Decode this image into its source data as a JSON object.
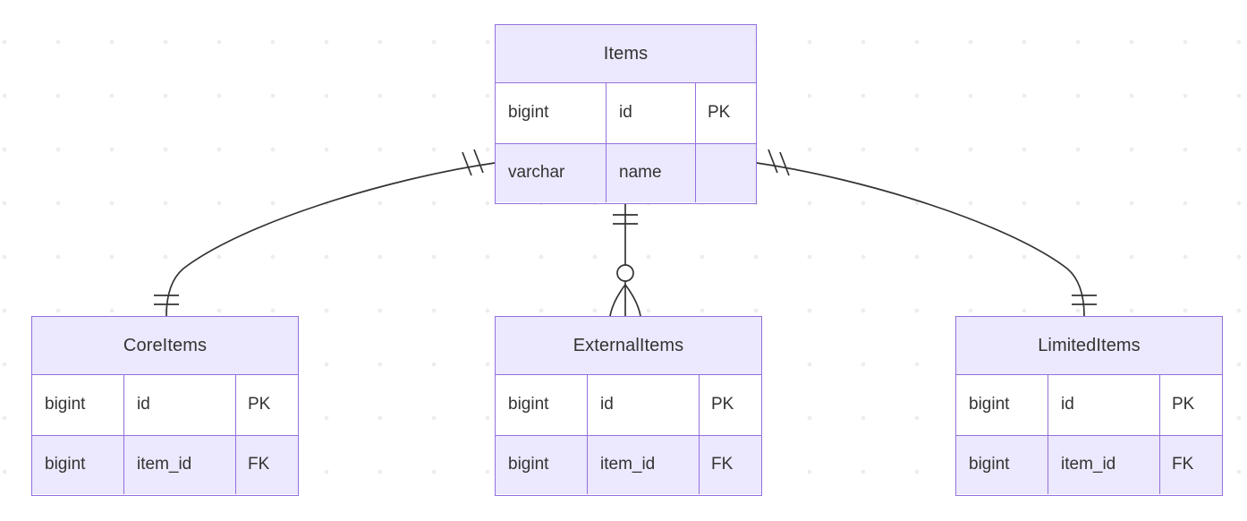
{
  "diagram": {
    "type": "entity-relationship-diagram",
    "notation": "crow's foot",
    "background": "#ffffff",
    "grid": "dot-grid",
    "accent_color": "#9370db",
    "header_fill": "#ece8fd",
    "row_alt_fill": "#ece8fd",
    "line_color": "#333333",
    "columns": [
      "type",
      "name",
      "key"
    ]
  },
  "entities": [
    {
      "id": "items",
      "name": "Items",
      "attributes": [
        {
          "type": "bigint",
          "name": "id",
          "key": "PK"
        },
        {
          "type": "varchar",
          "name": "name",
          "key": ""
        }
      ]
    },
    {
      "id": "coreitems",
      "name": "CoreItems",
      "attributes": [
        {
          "type": "bigint",
          "name": "id",
          "key": "PK"
        },
        {
          "type": "bigint",
          "name": "item_id",
          "key": "FK"
        }
      ]
    },
    {
      "id": "externalitems",
      "name": "ExternalItems",
      "attributes": [
        {
          "type": "bigint",
          "name": "id",
          "key": "PK"
        },
        {
          "type": "bigint",
          "name": "item_id",
          "key": "FK"
        }
      ]
    },
    {
      "id": "limiteditems",
      "name": "LimitedItems",
      "attributes": [
        {
          "type": "bigint",
          "name": "id",
          "key": "PK"
        },
        {
          "type": "bigint",
          "name": "item_id",
          "key": "FK"
        }
      ]
    }
  ],
  "relationships": [
    {
      "id": "items-coreitems",
      "from": "items",
      "to": "coreitems",
      "from_cardinality": "exactly-one",
      "to_cardinality": "exactly-one",
      "label": ""
    },
    {
      "id": "items-externalitems",
      "from": "items",
      "to": "externalitems",
      "from_cardinality": "exactly-one",
      "to_cardinality": "zero-or-many",
      "label": ""
    },
    {
      "id": "items-limiteditems",
      "from": "items",
      "to": "limiteditems",
      "from_cardinality": "exactly-one",
      "to_cardinality": "exactly-one",
      "label": ""
    }
  ]
}
